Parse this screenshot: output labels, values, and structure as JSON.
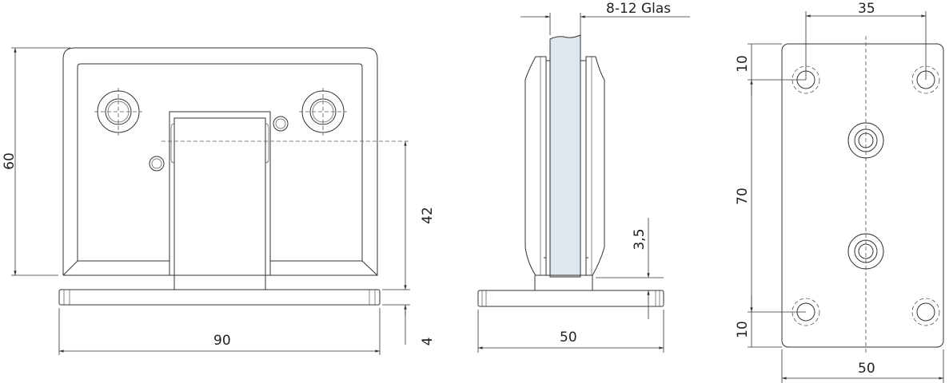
{
  "front_view": {
    "height": "60",
    "axis_height": "42",
    "plate_thickness": "4",
    "width": "90"
  },
  "side_view": {
    "glass": "8-12 Glas",
    "gap": "3,5",
    "width": "50"
  },
  "plate_view": {
    "hole_spacing_x": "35",
    "edge_top": "10",
    "hole_spacing_y": "70",
    "edge_bottom": "10",
    "width": "50"
  },
  "colors": {
    "glass": "#dde7ef",
    "line": "#333333"
  }
}
